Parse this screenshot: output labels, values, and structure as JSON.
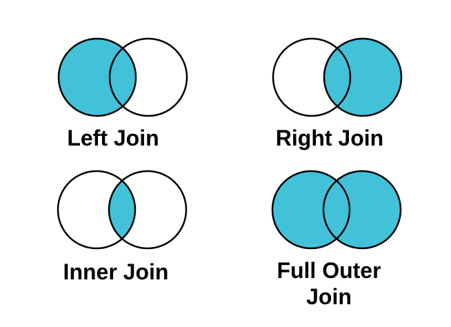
{
  "colors": {
    "shaded": "#41C2D8",
    "unshaded": "none",
    "outline": "#000000"
  },
  "panels": [
    {
      "id": "left-join",
      "label": "Left Join",
      "regions": {
        "left": true,
        "intersection": true,
        "right": false
      }
    },
    {
      "id": "right-join",
      "label": "Right Join",
      "regions": {
        "left": false,
        "intersection": true,
        "right": true
      }
    },
    {
      "id": "inner-join",
      "label": "Inner Join",
      "regions": {
        "left": false,
        "intersection": true,
        "right": false
      }
    },
    {
      "id": "full-outer-join",
      "label": "Full Outer Join",
      "regions": {
        "left": true,
        "intersection": true,
        "right": true
      }
    }
  ]
}
